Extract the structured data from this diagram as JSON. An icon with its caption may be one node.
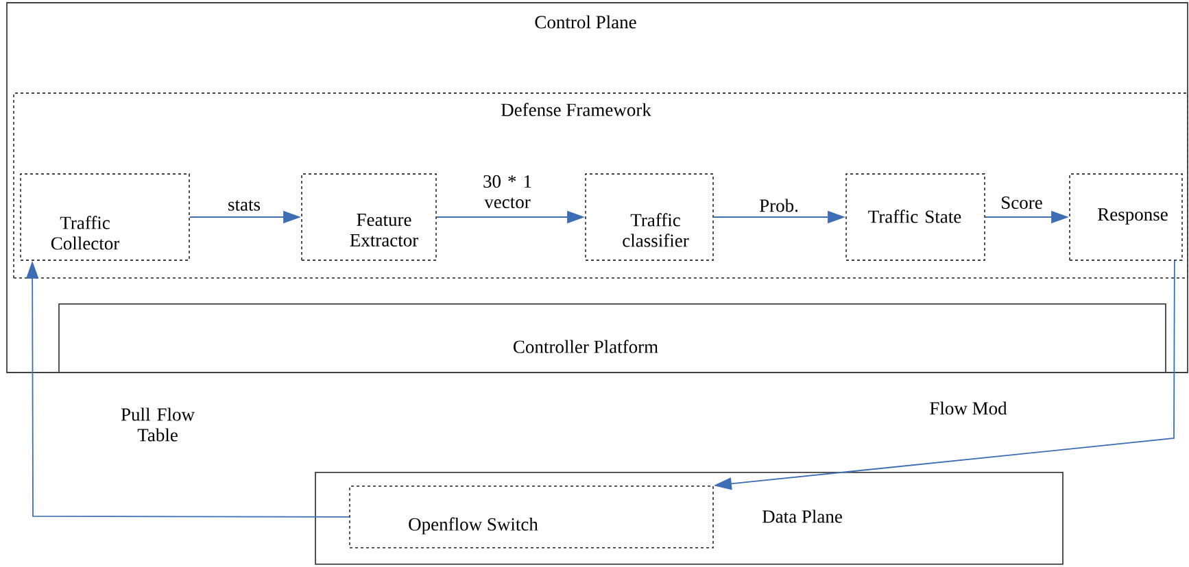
{
  "diagram": {
    "nodes": [
      {
        "text": [
          "Control Plane"
        ]
      },
      {
        "text": [
          "Defense Framework"
        ],
        "in": 0
      },
      {
        "text": [
          "Traffic Collector"
        ],
        "in": 1
      },
      {
        "text": [
          "Feature Extractor"
        ],
        "in": 1
      },
      {
        "text": [
          "Traffic classifier"
        ],
        "in": 1
      },
      {
        "text": [
          "Traffic State"
        ],
        "in": 1
      },
      {
        "text": [
          "Response"
        ],
        "in": 1
      },
      {
        "text": [
          "Controller Platform"
        ],
        "in": 0
      },
      {
        "text": [
          "Data Plane"
        ]
      },
      {
        "text": [
          "Openflow Switch"
        ],
        "in": 8
      }
    ],
    "edges": [
      {
        "from": 2,
        "to": 3,
        "arrow": "to",
        "label": "stats"
      },
      {
        "from": 3,
        "to": 4,
        "arrow": "to",
        "label": "30 * 1 vector"
      },
      {
        "from": 4,
        "to": 5,
        "arrow": "to",
        "label": "Prob."
      },
      {
        "from": 5,
        "to": 6,
        "arrow": "to",
        "label": "Score"
      },
      {
        "from": 6,
        "to": 9,
        "arrow": "to",
        "label": "Flow Mod"
      },
      {
        "from": 9,
        "to": 2,
        "arrow": "to",
        "label": "Pull Flow Table"
      }
    ]
  }
}
